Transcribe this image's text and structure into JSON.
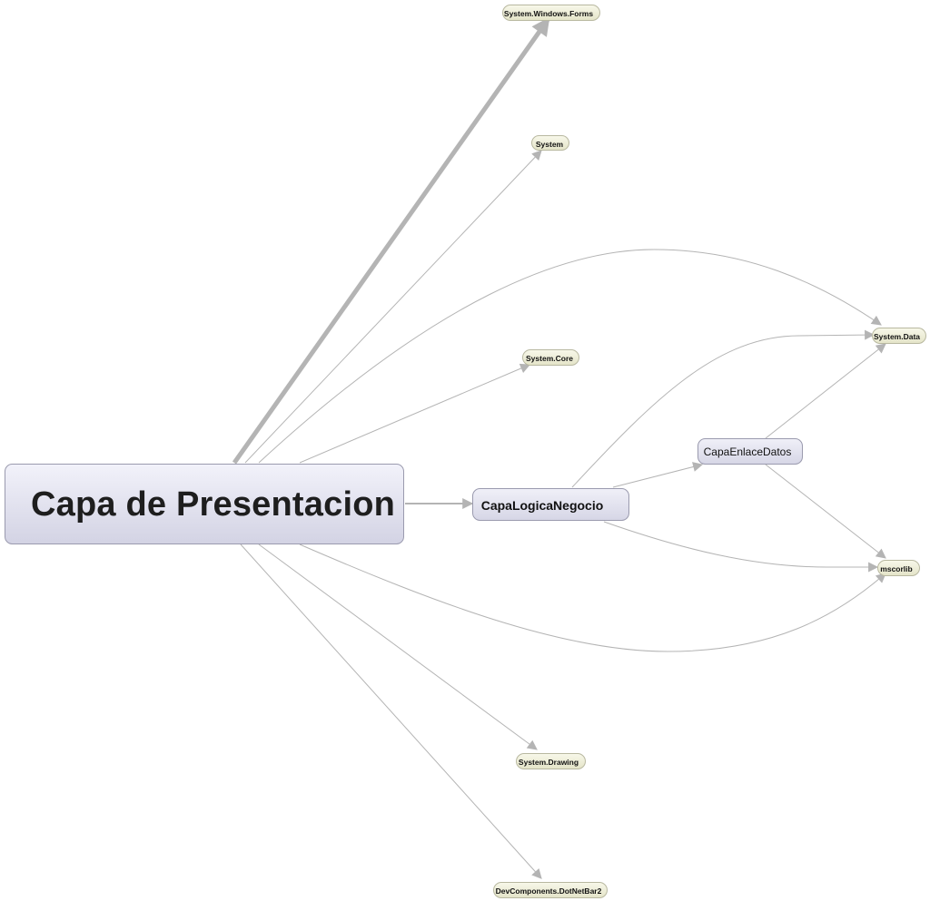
{
  "diagram": {
    "nodes": {
      "main": "Capa de Presentacion",
      "logica": "CapaLogicaNegocio",
      "enlace": "CapaEnlaceDatos",
      "winforms": "System.Windows.Forms",
      "system": "System",
      "core": "System.Core",
      "data": "System.Data",
      "mscorlib": "mscorlib",
      "drawing": "System.Drawing",
      "devcomp": "DevComponents.DotNetBar2"
    },
    "edges": [
      {
        "from": "main",
        "to": "winforms",
        "weight": "heavy"
      },
      {
        "from": "main",
        "to": "system",
        "weight": "thin"
      },
      {
        "from": "main",
        "to": "data",
        "weight": "thin"
      },
      {
        "from": "main",
        "to": "core",
        "weight": "thin"
      },
      {
        "from": "main",
        "to": "logica",
        "weight": "medium"
      },
      {
        "from": "main",
        "to": "mscorlib",
        "weight": "thin"
      },
      {
        "from": "main",
        "to": "drawing",
        "weight": "thin"
      },
      {
        "from": "main",
        "to": "devcomp",
        "weight": "thin"
      },
      {
        "from": "logica",
        "to": "data",
        "weight": "thin"
      },
      {
        "from": "logica",
        "to": "enlace",
        "weight": "thin"
      },
      {
        "from": "logica",
        "to": "mscorlib",
        "weight": "thin"
      },
      {
        "from": "enlace",
        "to": "data",
        "weight": "thin"
      },
      {
        "from": "enlace",
        "to": "mscorlib",
        "weight": "thin"
      }
    ],
    "colors": {
      "edge": "#b4b4b4",
      "main_fill_top": "#ececf6",
      "main_fill_bottom": "#d6d6e6",
      "assembly_fill": "#f1f1dc",
      "node_border": "#9a9aae"
    }
  }
}
